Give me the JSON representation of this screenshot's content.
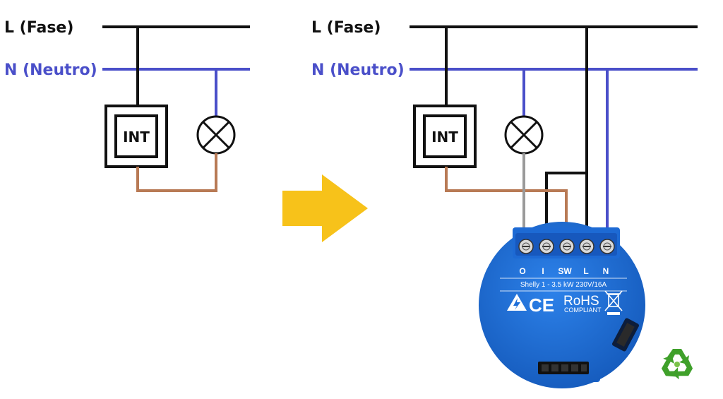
{
  "labels": {
    "phase": "L (Fase)",
    "neutral": "N (Neutro)",
    "switch": "INT"
  },
  "device": {
    "terminals": [
      "O",
      "I",
      "SW",
      "L",
      "N"
    ],
    "model": "Shelly 1 - 3.5 kW 230V/16A",
    "rohs": "RoHS",
    "compliant": "COMPLIANT",
    "ce": "CE"
  },
  "colors": {
    "phase": "#111111",
    "neutral": "#4a4fc9",
    "switch_wire": "#b87a55",
    "lamp_wire": "#9a9a9a",
    "device": "#1e6fd9",
    "arrow": "#f7c21a",
    "recycle": "#3fa02a"
  },
  "icons": {
    "lamp": "lamp-icon",
    "arrow": "arrow-right-icon",
    "recycle": "recycle-icon",
    "warning": "warning-triangle-icon",
    "weee": "crossed-bin-icon"
  }
}
